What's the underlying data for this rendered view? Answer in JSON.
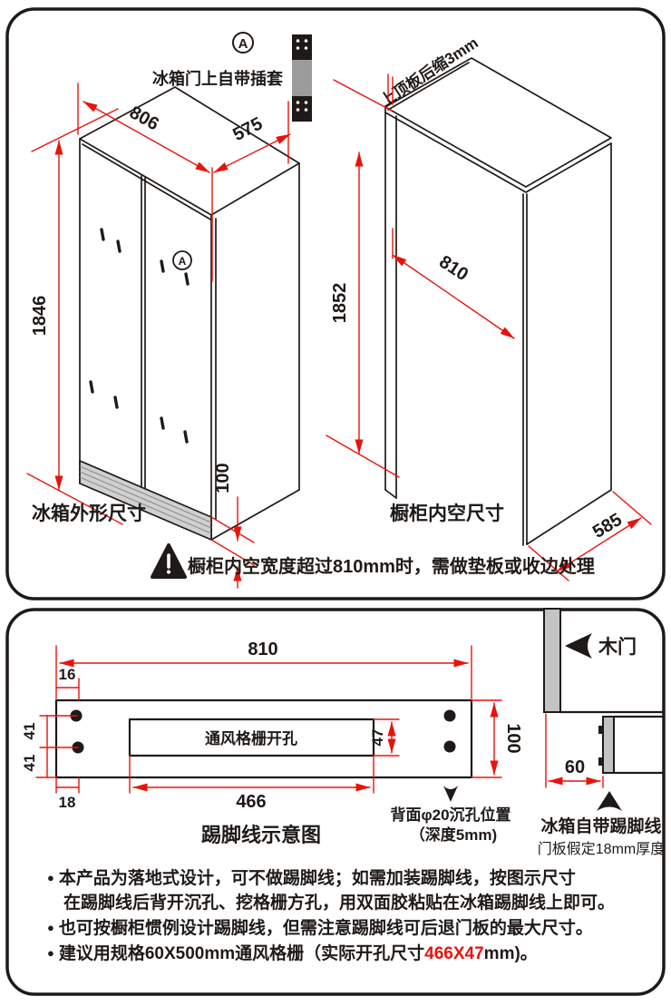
{
  "colors": {
    "dimension_red": "#e8130c",
    "line_black": "#1f1a17",
    "door_gray": "#c3c3c4",
    "grille_gray": "#d0d0d1",
    "socket_gray": "#9b9b9b"
  },
  "legend": {
    "marker": "A",
    "socket_label": "冰箱门上自带插套"
  },
  "fridge": {
    "title": "冰箱外形尺寸",
    "width": "806",
    "depth": "575",
    "height": "1846",
    "kick_height": "100",
    "door_marker": "A"
  },
  "cabinet": {
    "title": "橱柜内空尺寸",
    "height": "1852",
    "inner_width": "810",
    "inner_depth": "585",
    "top_setback_note": "上顶板后缩3mm"
  },
  "warning": {
    "text": "橱柜内空宽度超过810mm时，需做垫板或收边处理"
  },
  "kick_plate": {
    "title": "踢脚线示意图",
    "grille_label": "通风格栅开孔",
    "total_width": "810",
    "hole_offset_top": "16",
    "hole_pitch_upper": "41",
    "hole_pitch_lower": "41",
    "hole_offset_bottom": "18",
    "grille_width": "466",
    "grille_height": "47",
    "plate_height": "100",
    "hole_note_line1": "背面φ20沉孔位置",
    "hole_note_line2": "（深度5mm)"
  },
  "door_detail": {
    "door_label": "木门",
    "setback": "60",
    "kick_label": "冰箱自带踢脚线",
    "thickness_note": "门板假定18mm厚度"
  },
  "notes": {
    "bullet": "●",
    "n1a": "本产品为落地式设计，可不做踢脚线；如需加装踢脚线，按图示尺寸",
    "n1b": "在踢脚线后背开沉孔、挖格栅方孔，用双面胶粘贴在冰箱踢脚线上即可。",
    "n2": "也可按橱柜惯例设计踢脚线，但需注意踢脚线可后退门板的最大尺寸。",
    "n3_pre": "建议用规格60X500mm通风格栅（实际开孔尺寸",
    "n3_red": "466X47",
    "n3_post": "mm)。"
  }
}
